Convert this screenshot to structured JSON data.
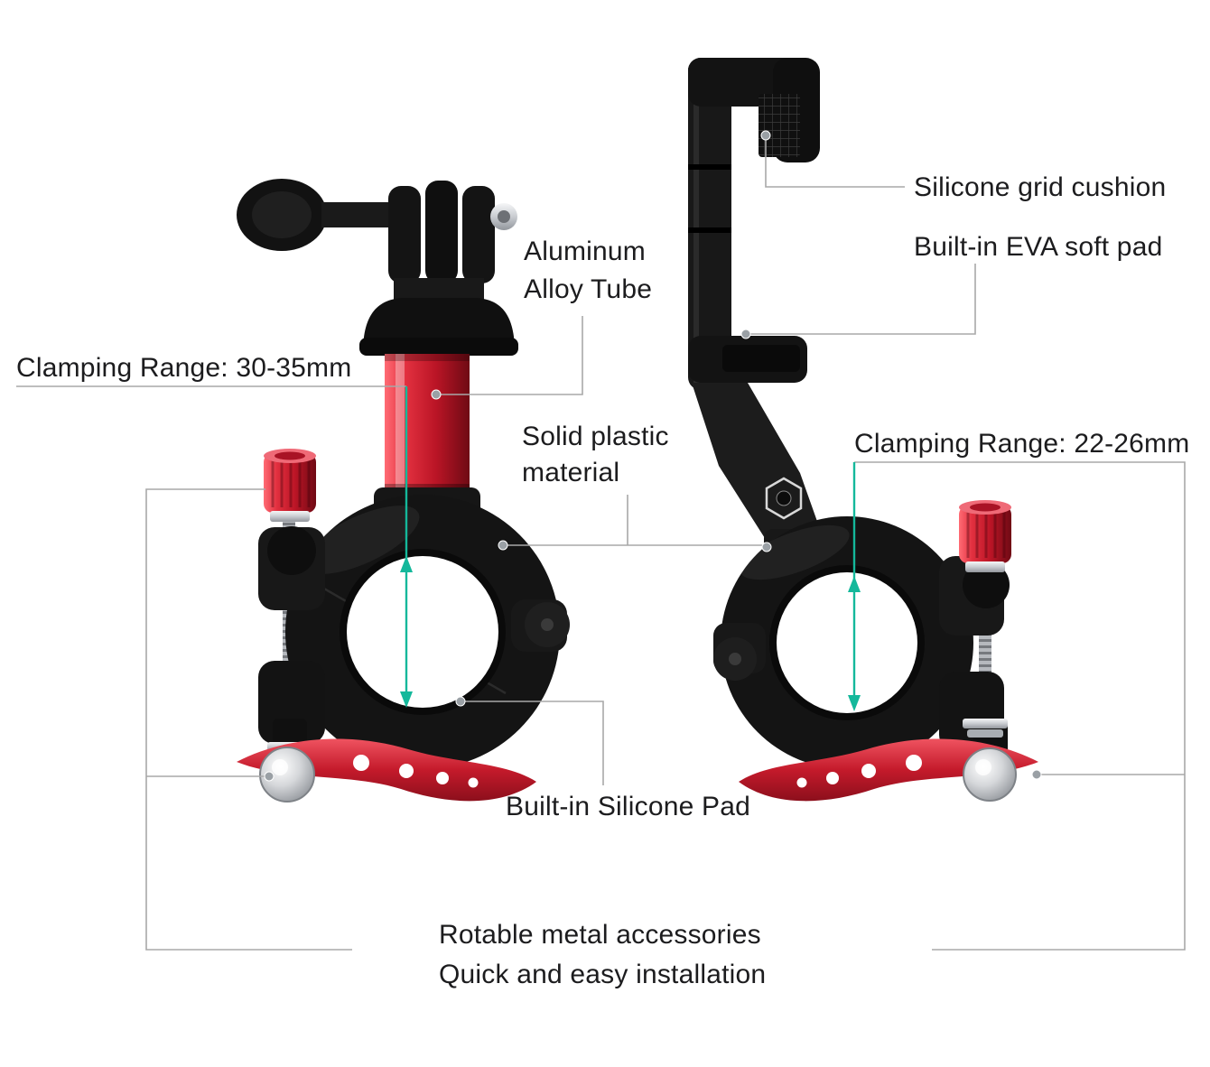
{
  "labels": {
    "silicone_grid_cushion": "Silicone grid cushion",
    "built_in_eva_soft_pad": "Built-in EVA soft pad",
    "aluminum_alloy_tube_line1": "Aluminum",
    "aluminum_alloy_tube_line2": "Alloy Tube",
    "clamping_range_left": "Clamping Range: 30-35mm",
    "solid_plastic_line1": "Solid plastic",
    "solid_plastic_line2": "material",
    "clamping_range_right": "Clamping Range: 22-26mm",
    "built_in_silicone_pad": "Built-in Silicone Pad",
    "bottom_note_line1": "Rotable metal accessories",
    "bottom_note_line2": "Quick and easy installation"
  },
  "colors": {
    "accent_teal": "#14b89b",
    "leader_gray": "#a8a8a8",
    "text": "#1c1c1e",
    "metal_red": "#c8202f"
  }
}
